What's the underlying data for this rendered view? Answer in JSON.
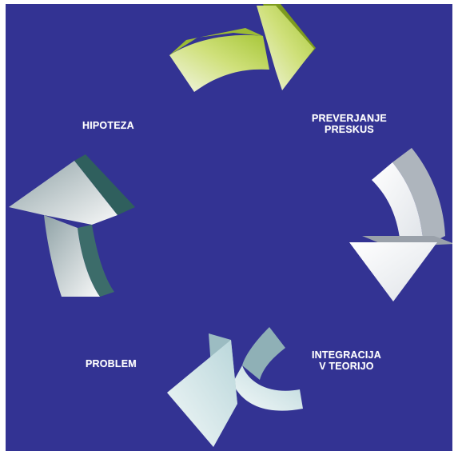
{
  "diagram": {
    "type": "cycle",
    "colors": {
      "background": "#333393",
      "arrow_top": "#b6d44a",
      "arrow_right": "#e6e9ee",
      "arrow_bottom": "#cfe3e6",
      "arrow_left": "#c9d3d6"
    },
    "labels": {
      "hipoteza": "HIPOTEZA",
      "preverjanje_line1": "PREVERJANJE",
      "preverjanje_line2": "PRESKUS",
      "integracija_line1": "INTEGRACIJA",
      "integracija_line2": "V TEORIJO",
      "problem": "PROBLEM"
    }
  }
}
